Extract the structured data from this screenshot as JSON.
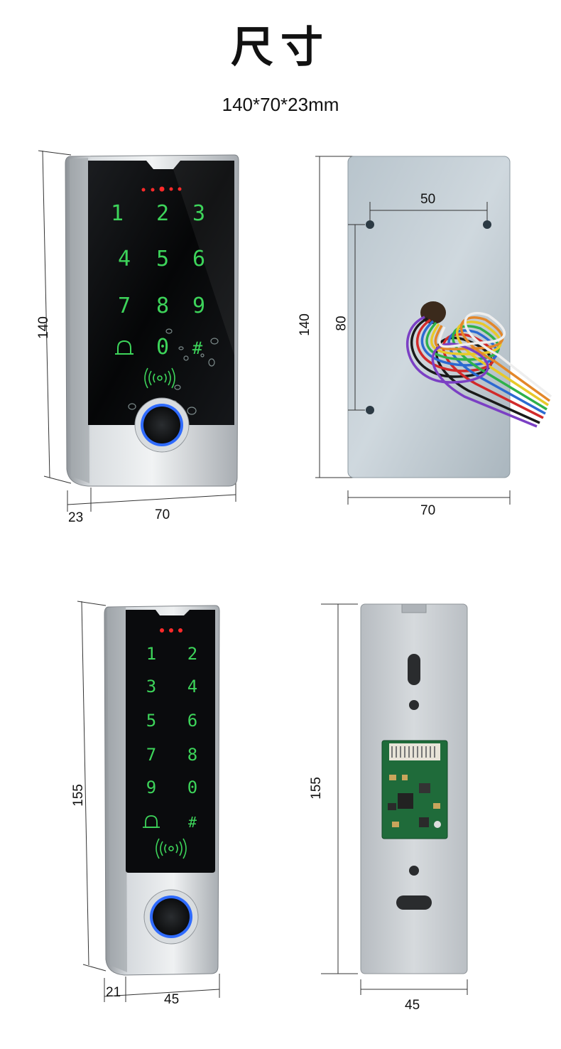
{
  "title": "尺寸",
  "subtitle": "140*70*23mm",
  "panels": {
    "top_front": {
      "height": "140",
      "depth": "23",
      "width": "70",
      "keys": [
        "1",
        "2",
        "3",
        "4",
        "5",
        "6",
        "7",
        "8",
        "9",
        "0",
        "#"
      ]
    },
    "top_back": {
      "height": "140",
      "hole_vertical": "80",
      "hole_horizontal": "50",
      "width": "70"
    },
    "bottom_front": {
      "height": "155",
      "depth": "21",
      "width": "45",
      "keys": [
        "1",
        "2",
        "3",
        "4",
        "5",
        "6",
        "7",
        "8",
        "9",
        "0",
        "#"
      ]
    },
    "bottom_back": {
      "height": "155",
      "width": "45"
    }
  },
  "colors": {
    "key_glow": "#3dd45a",
    "indicator": "#ff2a2a",
    "ring": "#2f6bff",
    "metal": "#c9ced3"
  }
}
